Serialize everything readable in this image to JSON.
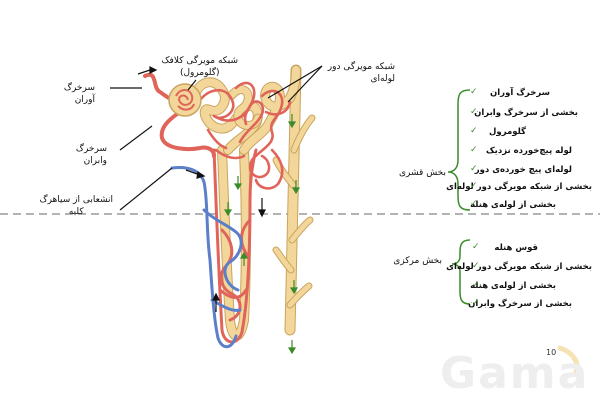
{
  "labels": {
    "afferent": [
      "سرخرگ",
      "آوران"
    ],
    "efferent": [
      "سرخرگ",
      "وابران"
    ],
    "glomerulus": [
      "شبکه مویرگی کلافک",
      "(گلومرول)"
    ],
    "peritubular": [
      "شبکه مویرگی دور",
      "لوله‌ای"
    ],
    "renal_vein_branch": [
      "انشعابی از سیاهرگ",
      "کلیه"
    ]
  },
  "regions": {
    "cortex": "بخش قشری",
    "medulla": "بخش مرکزی"
  },
  "cortex_items": [
    "سرخرگ آوران",
    "بخشی از سرخرگ وابران",
    "گلومرول",
    "لوله پیچ‌خورده نزدیک",
    "لوله‌ای پیچ خورده‌ی دور",
    "بخشی از شبکه مویرگی دور لوله‌ای",
    "بخشی از لوله‌ی هنله"
  ],
  "medulla_items": [
    "قوس هنله",
    "بخشی از شبکه مویرگی دور لوله‌ای",
    "بخشی از لوله‌ی هنله",
    "بخشی از سرخرگ وابران"
  ],
  "check_mark": "✓",
  "page_number": "10",
  "watermark": "Gama",
  "colors": {
    "artery": "#e0645a",
    "vein": "#5b7fc9",
    "tubule": "#f3d79a",
    "tubule_outline": "#c9a45c",
    "check": "#3a8c2a",
    "dashed_line": "#9a9a9a"
  }
}
